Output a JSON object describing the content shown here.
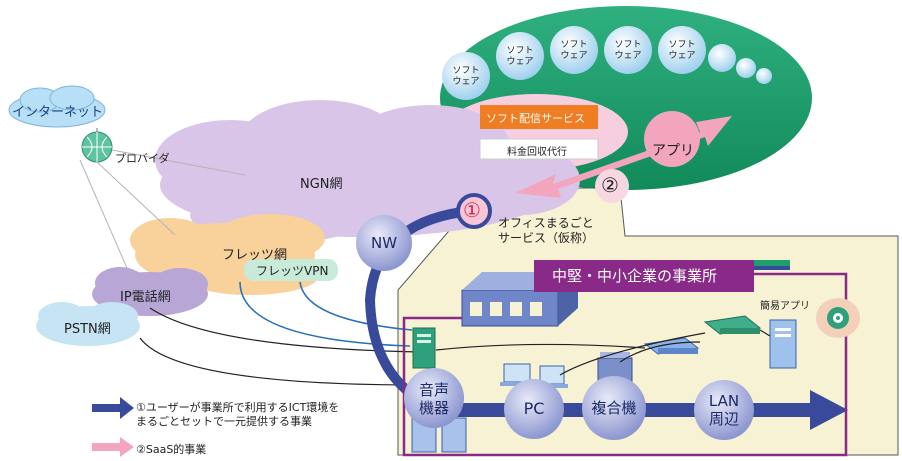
{
  "internet": {
    "label": "インターネット"
  },
  "provider": {
    "label": "プロバイダ"
  },
  "ngn": {
    "label": "NGN網"
  },
  "flets": {
    "label": "フレッツ網",
    "vpn_label": "フレッツVPN"
  },
  "ip_phone": {
    "label": "IP電話網"
  },
  "pstn": {
    "label": "PSTN網"
  },
  "nw": {
    "label": "NW"
  },
  "software": {
    "items": [
      {
        "line1": "ソフト",
        "line2": "ウェア"
      },
      {
        "line1": "ソフト",
        "line2": "ウェア"
      },
      {
        "line1": "ソフト",
        "line2": "ウェア"
      },
      {
        "line1": "ソフト",
        "line2": "ウェア"
      },
      {
        "line1": "ソフト",
        "line2": "ウェア"
      }
    ]
  },
  "saas": {
    "distribution": "ソフト配信サービス",
    "billing": "料金回収代行",
    "app": "アプリ"
  },
  "markers": {
    "one": "①",
    "two": "②"
  },
  "office_service": {
    "line1": "オフィスまるごと",
    "line2": "サービス（仮称）"
  },
  "office": {
    "title": "中堅・中小企業の事業所",
    "simple_app": "簡易アプリ"
  },
  "devices": {
    "voice_line1": "音声",
    "voice_line2": "機器",
    "pc": "PC",
    "mfp": "複合機",
    "lan_line1": "LAN",
    "lan_line2": "周辺"
  },
  "legend": {
    "item1_line1": "①ユーザーが事業所で利用するICT環境を",
    "item1_line2": "まるごとセットで一元提供する事業",
    "item2": "②SaaS的事業"
  },
  "colors": {
    "navy": "#3a4a9a",
    "pink": "#f2a5bd",
    "purple": "#8a2a88",
    "green": "#1e9f6e",
    "orange": "#ef7d22"
  }
}
